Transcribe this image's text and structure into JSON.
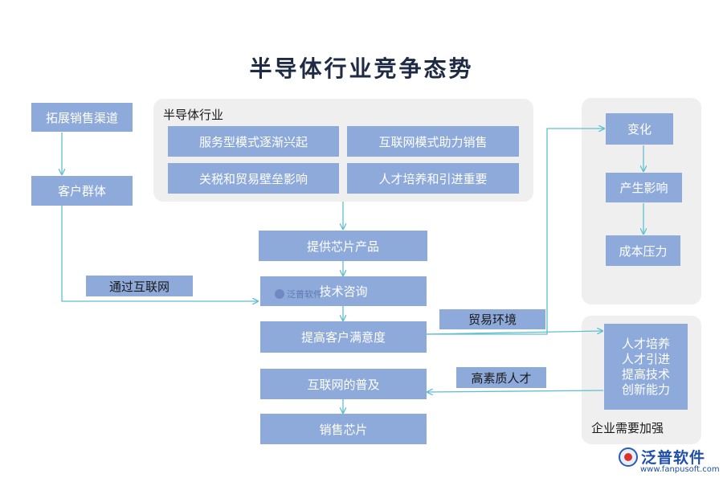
{
  "title": "半导体行业竞争态势",
  "left": {
    "expand_channels": "拓展销售渠道",
    "customer_groups": "客户群体"
  },
  "industry": {
    "label": "半导体行业",
    "items": [
      "服务型模式逐渐兴起",
      "互联网模式助力销售",
      "关税和贸易壁垒影响",
      "人才培养和引进重要"
    ]
  },
  "flow": [
    "提供芯片产品",
    "技术咨询",
    "提高客户满意度",
    "互联网的普及",
    "销售芯片"
  ],
  "edge_labels": {
    "via_internet": "通过互联网",
    "trade_env": "贸易环境",
    "talent": "高素质人才"
  },
  "right_top": [
    "变化",
    "产生影响",
    "成本压力"
  ],
  "right_bottom": {
    "lines": [
      "人才培养",
      "人才引进",
      "提高技术",
      "创新能力"
    ],
    "caption": "企业需要加强"
  },
  "watermark": {
    "brand": "泛普软件",
    "url": "www.fanpusoft.com",
    "small": "泛普软件"
  }
}
